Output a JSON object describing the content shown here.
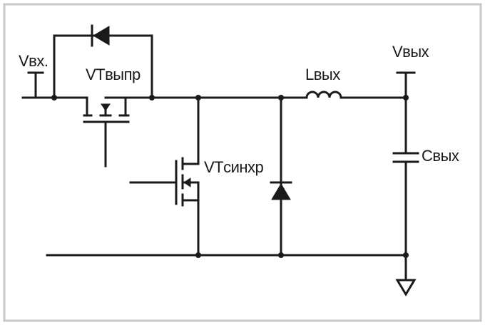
{
  "colors": {
    "border": "#c8c8c8",
    "ink": "#1a1a1a",
    "background": "#ffffff"
  },
  "labels": {
    "vin": "Vвх.",
    "vt_rect": "VTвыпр",
    "vt_sync": "VTсинхр",
    "l_out": "Lвых",
    "v_out": "Vвых",
    "c_out": "Свых"
  }
}
